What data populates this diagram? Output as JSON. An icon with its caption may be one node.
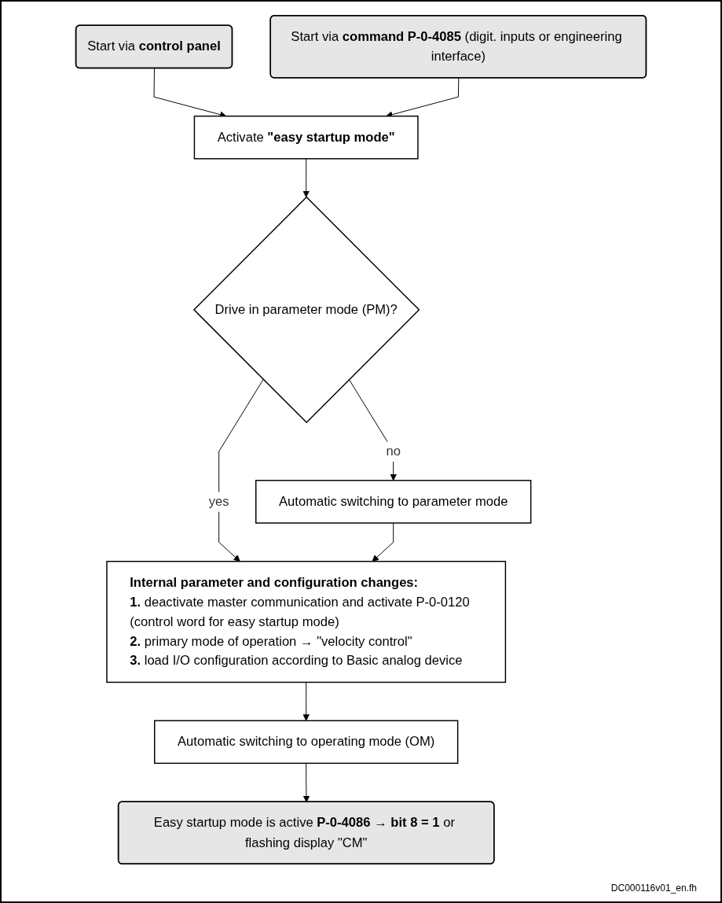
{
  "diagram": {
    "nodes": [
      {
        "text": [
          "Start via **control panel**"
        ]
      },
      {
        "text": [
          "Start via **command P-0-4085** (digit. inputs or engineering interface)"
        ]
      },
      {
        "text": [
          "Activate **\"easy startup mode\"**"
        ]
      },
      {
        "text": [
          "Drive in parameter mode (PM)?"
        ]
      },
      {
        "text": [
          "Automatic switching to parameter mode"
        ]
      },
      {
        "text": [
          "Internal parameter and configuration changes:",
          "**1.** deactivate master communication and activate P-0-0120 (control word for easy startup mode)",
          "**2.** primary mode of operation → \"velocity control\"",
          "**3.** load I/O configuration according to Basic analog device"
        ]
      },
      {
        "text": [
          "Automatic switching to operating mode (OM)"
        ]
      },
      {
        "text": [
          "Easy startup mode is active **P-0-4086** → **bit 8 = 1** or flashing display \"CM\""
        ]
      }
    ],
    "edges": [
      {
        "from": 0,
        "to": 2,
        "arrow": "to"
      },
      {
        "from": 1,
        "to": 2,
        "arrow": "to"
      },
      {
        "from": 2,
        "to": 3,
        "arrow": "to"
      },
      {
        "from": 3,
        "to": 4,
        "arrow": "to",
        "label": "no"
      },
      {
        "from": 3,
        "to": 5,
        "arrow": "to",
        "label": "yes"
      },
      {
        "from": 4,
        "to": 5,
        "arrow": "to"
      },
      {
        "from": 5,
        "to": 6,
        "arrow": "to"
      },
      {
        "from": 6,
        "to": 7,
        "arrow": "to"
      }
    ],
    "labels": [
      "DC000116v01_en.fh"
    ]
  }
}
